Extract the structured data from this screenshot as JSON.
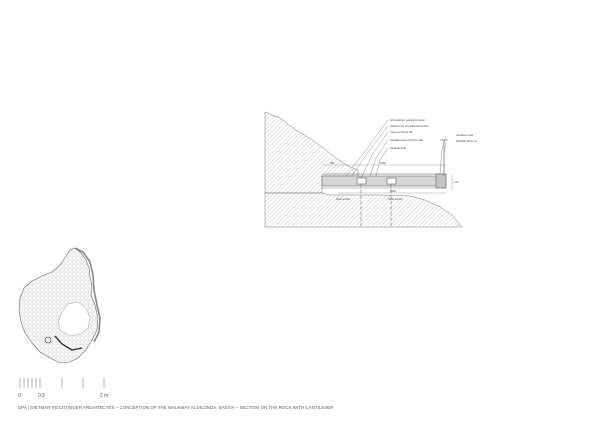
{
  "section": {
    "callouts": [
      "Grill gratings, galvanized steel",
      "Stainless tie rod, adhesive anchor",
      "Steel anchoring rail",
      "Insulated steel concrete slab",
      "Handrail steel",
      "Cantilever slab",
      "Rockfall safety net"
    ],
    "dims": [
      "250",
      "1300",
      "1600",
      "120"
    ],
    "anchors": [
      "Steel anchor",
      "Steel anchor"
    ]
  },
  "scale": {
    "labels": [
      "0",
      "0.5",
      "2 m"
    ]
  },
  "footer": {
    "text": "DPA  |  DIETMAR FEICHTINGER ARCHITECTES – CONCEPTION OF THE WALKWAY ALDILONDA, BASTIA – SECTION ON THE ROCK WITH CANTILEVER"
  }
}
